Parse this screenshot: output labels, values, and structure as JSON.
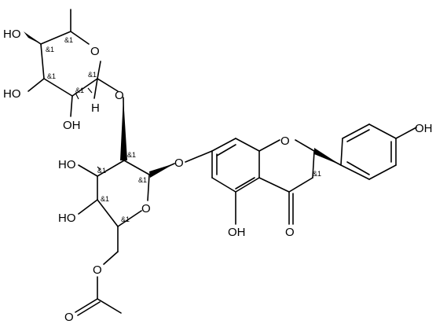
{
  "structure": {
    "labels": {
      "oh_rha_top": "HO",
      "oh_rha_mid": "HO",
      "oh_rha_bot": "OH",
      "o_rha_ring": "O",
      "o_glyco": "O",
      "h_rha": "H",
      "oh_glc_3": "HO",
      "oh_glc_4": "HO",
      "o_glc_ring": "O",
      "o_aglycone": "O",
      "o_chromane": "O",
      "oh_phenol": "OH",
      "oh_5": "OH",
      "o_ketone": "O",
      "o_ester": "O",
      "o_carbonyl": "O"
    },
    "stereo_descriptor": "&1"
  }
}
